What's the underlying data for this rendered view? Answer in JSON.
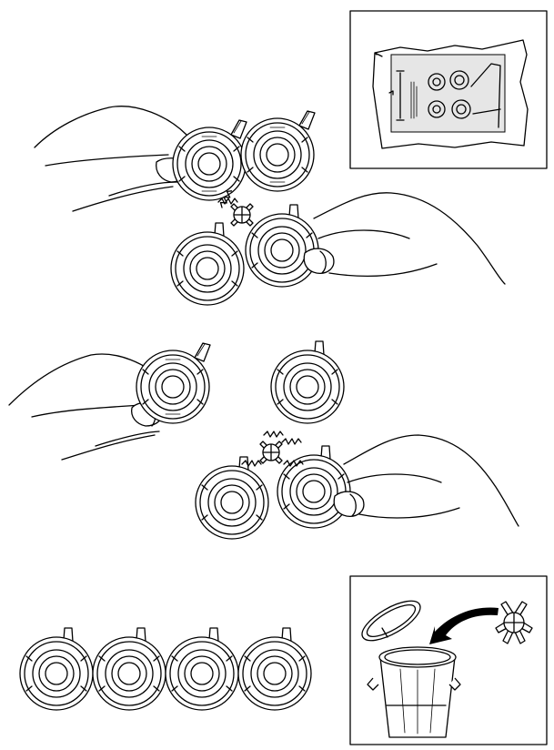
{
  "figure": {
    "panels": [
      "separate-caps-step",
      "separate-caps-step",
      "four-separated-caps",
      "discard-connector-inset"
    ],
    "icons": [
      "package-icon",
      "cap-icon",
      "connector-icon",
      "hand-icon",
      "trash-can-icon",
      "arrow-icon"
    ],
    "colors": {
      "line": "#000000",
      "background": "#ffffff",
      "shade": "#e6e6e6"
    }
  }
}
